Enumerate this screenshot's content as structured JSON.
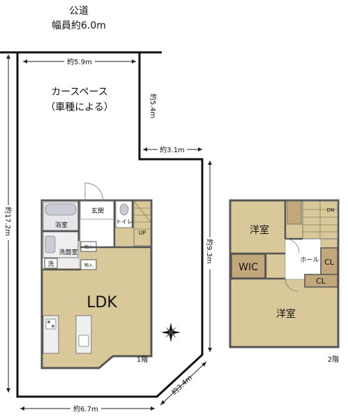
{
  "road": {
    "line1": "公道",
    "line2": "幅員約6.0m"
  },
  "site": {
    "top_width": "約5.9m",
    "right_offset": "約5.4m",
    "step_width": "約3.1m",
    "left_depth": "約17.2m",
    "right_depth": "約9.3m",
    "diagonal": "約3.4m",
    "bottom_width": "約6.7m"
  },
  "parking": {
    "line1": "カースペース",
    "line2": "（車種による）"
  },
  "floor1": {
    "label": "1階",
    "rooms": {
      "bath": "浴室",
      "washroom": "洗面室",
      "laundry": "洗",
      "entrance": "玄関",
      "toilet": "トイレ",
      "stair_up": "UP",
      "storage_a": "物入",
      "storage_b": "物入",
      "ldk": "LDK"
    }
  },
  "floor2": {
    "label": "2階",
    "rooms": {
      "western_a": "洋室",
      "western_b": "洋室",
      "wic": "WIC",
      "hall": "ホール",
      "cl_a": "CL",
      "cl_b": "CL",
      "stair_dn": "DN"
    }
  },
  "colors": {
    "floor": "#d9c99a",
    "tile": "#eeeeee",
    "wall": "#555555",
    "wic": "#c2a77a",
    "bath": "#c9ccd6"
  }
}
